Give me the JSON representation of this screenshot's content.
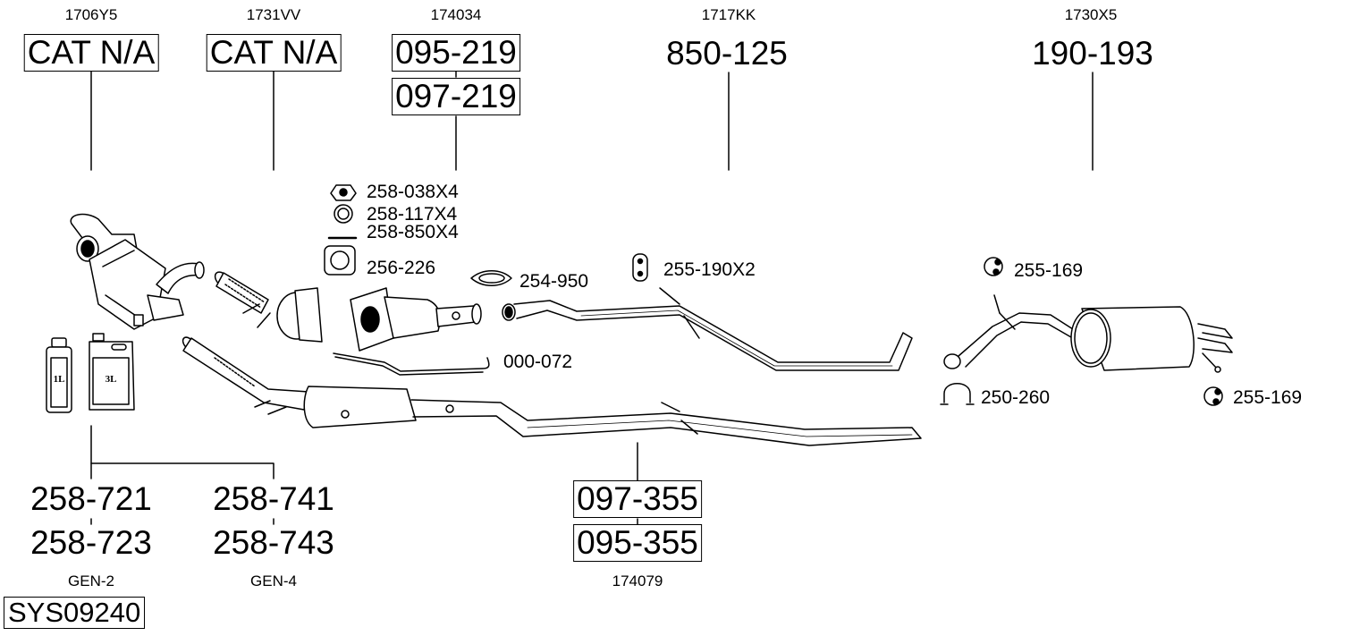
{
  "diagram": {
    "system_code": "SYS09240",
    "colors": {
      "line": "#000000",
      "background": "#ffffff",
      "part_fill": "#ffffff"
    },
    "top_groups": [
      {
        "ref": "1706Y5",
        "codes": [
          "CAT N/A"
        ],
        "boxed": true
      },
      {
        "ref": "1731VV",
        "codes": [
          "CAT N/A"
        ],
        "boxed": true
      },
      {
        "ref": "174034",
        "codes": [
          "095-219",
          "097-219"
        ],
        "boxed": true
      },
      {
        "ref": "1717KK",
        "codes": [
          "850-125"
        ],
        "boxed": false
      },
      {
        "ref": "1730X5",
        "codes": [
          "190-193"
        ],
        "boxed": false
      }
    ],
    "bottom_groups": [
      {
        "codes": [
          "258-721",
          "258-723"
        ],
        "ref": "GEN-2"
      },
      {
        "codes": [
          "258-741",
          "258-743"
        ],
        "ref": "GEN-4"
      },
      {
        "codes": [
          "097-355",
          "095-355"
        ],
        "ref": "174079",
        "boxed": true
      }
    ],
    "fluid_containers": [
      {
        "label": "1L",
        "icon": "bottle-icon"
      },
      {
        "label": "3L",
        "icon": "jerrycan-icon"
      }
    ],
    "accessories": [
      {
        "code": "258-038X4",
        "icon": "nut-icon"
      },
      {
        "code": "258-117X4",
        "icon": "washer-icon"
      },
      {
        "code": "258-850X4",
        "icon": "bolt-icon"
      },
      {
        "code": "256-226",
        "icon": "gasket-icon"
      },
      {
        "code": "254-950",
        "icon": "clamp-icon"
      },
      {
        "code": "255-190X2",
        "icon": "rubber-hanger-icon"
      },
      {
        "code": "000-072",
        "icon": "sensor-bracket-icon"
      },
      {
        "code": "255-169",
        "icon": "rubber-mount-icon"
      },
      {
        "code": "250-260",
        "icon": "u-clamp-icon"
      },
      {
        "code": "255-169",
        "icon": "rubber-mount-icon"
      }
    ]
  }
}
